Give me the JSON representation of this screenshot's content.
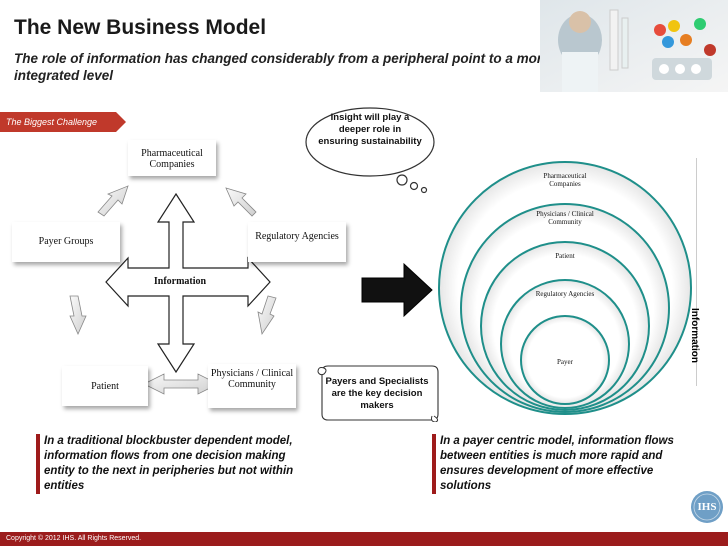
{
  "header": {
    "title": "The New Business Model",
    "subtitle": "The role of information has changed considerably from a peripheral point to a more integrated level"
  },
  "banner": {
    "label": "The Biggest Challenge"
  },
  "left_diagram": {
    "center": "Information",
    "nodes": {
      "pharma": "Pharmaceutical Companies",
      "payer": "Payer Groups",
      "regulatory": "Regulatory Agencies",
      "patient": "Patient",
      "physicians": "Physicians / Clinical Community"
    }
  },
  "callouts": {
    "cloud": "Insight will play a deeper role in ensuring sustainability",
    "scroll": "Payers and Specialists are the key decision makers"
  },
  "right_diagram": {
    "side_label": "Information",
    "rings": [
      "Pharmaceutical Companies",
      "Physicians / Clinical Community",
      "Patient",
      "Regulatory Agencies",
      "Payer"
    ]
  },
  "notes": {
    "left": "In a traditional blockbuster dependent model, information flows from one decision making entity to the next in peripheries but not within entities",
    "right": "In a payer centric model, information flows between entities is much more rapid and ensures development of more effective solutions"
  },
  "footer": {
    "copyright": "Copyright © 2012 IHS. All Rights Reserved.",
    "logo": "IHS"
  },
  "colors": {
    "accent": "#9b1c1c",
    "banner": "#c0392b"
  }
}
